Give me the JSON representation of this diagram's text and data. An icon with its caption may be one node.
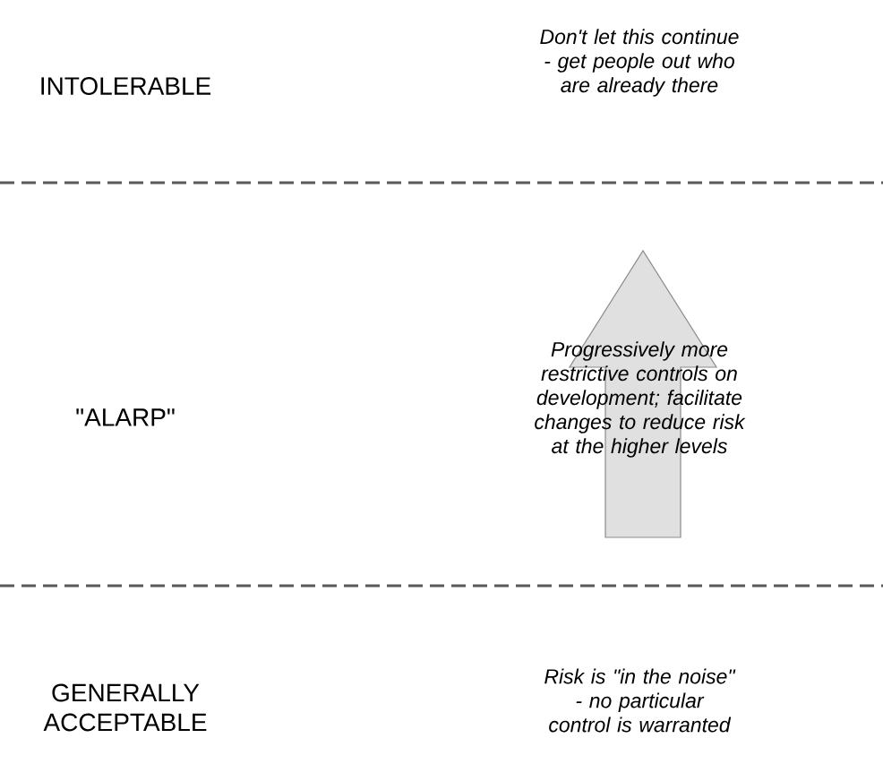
{
  "diagram": {
    "labels": [
      "INTOLERABLE",
      "Don't let this continue - get people out who are already there",
      "\"ALARP\"",
      "Progressively more restrictive controls on development; facilitate changes to reduce risk at the higher levels",
      "GENERALLY ACCEPTABLE",
      "Risk is \"in the noise\" - no particular control is warranted"
    ]
  }
}
